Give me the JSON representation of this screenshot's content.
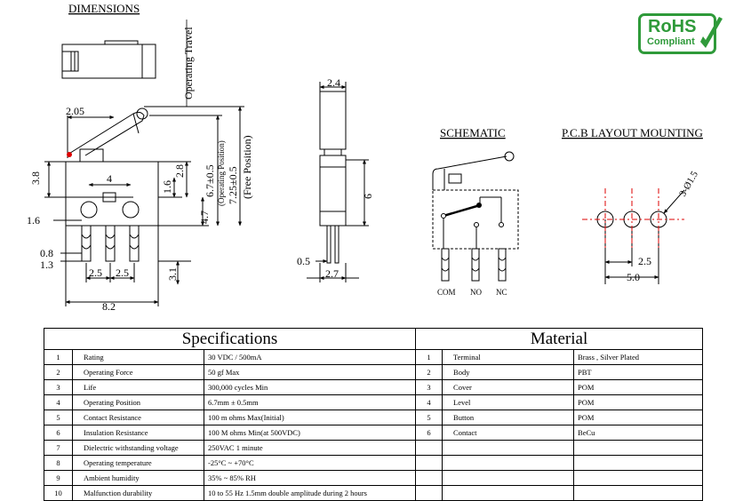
{
  "drawing": {
    "title": "DIMENSIONS",
    "operating_travel": "Operating Travel",
    "schematic_title": "SCHEMATIC",
    "pcb_title": "P.C.B LAYOUT MOUNTING",
    "dims": {
      "d_2_05": "2.05",
      "d_3_8": "3.8",
      "d_1_6_left": "1.6",
      "d_4": "4",
      "d_1_6_mid": "1.6",
      "d_2_8": "2.8",
      "d_0_8": "0.8",
      "d_1_3": "1.3",
      "d_2_5_a": "2.5",
      "d_2_5_b": "2.5",
      "d_8_2": "8.2",
      "d_3_1": "3.1",
      "d_4_7": "4.7",
      "d_6_7": "6.7±0.5",
      "op_pos": "(Operating Position)",
      "d_7_25": "7.25±0.5",
      "free_pos": "(Free Position)",
      "d_2_4": "2.4",
      "d_6": "6",
      "d_0_5": "0.5",
      "d_2_7": "2.7",
      "hole": "3-Ø1.5",
      "pcb_2_5": "2.5",
      "pcb_5_0": "5.0"
    },
    "pins": [
      "COM",
      "NO",
      "NC"
    ]
  },
  "rohs": {
    "title": "RoHS",
    "subtitle": "Compliant"
  },
  "specifications": {
    "title": "Specifications",
    "rows": [
      {
        "no": "1",
        "item": "Rating",
        "value": "30 VDC / 500mA"
      },
      {
        "no": "2",
        "item": "Operating Force",
        "value": "50 gf Max"
      },
      {
        "no": "3",
        "item": "Life",
        "value": "300,000 cycles Min"
      },
      {
        "no": "4",
        "item": "Operating Position",
        "value": "6.7mm ± 0.5mm"
      },
      {
        "no": "5",
        "item": "Contact Resistance",
        "value": "100 m ohms Max(Initial)"
      },
      {
        "no": "6",
        "item": "Insulation Resistance",
        "value": "100 M ohms Min(at 500VDC)"
      },
      {
        "no": "7",
        "item": "Dielectric withstanding voltage",
        "value": "250VAC 1 minute"
      },
      {
        "no": "8",
        "item": "Operating temperature",
        "value": "-25°C ~ +70°C"
      },
      {
        "no": "9",
        "item": "Ambient humidity",
        "value": "35% ~ 85% RH"
      },
      {
        "no": "10",
        "item": "Malfunction durability",
        "value": "10 to 55 Hz  1.5mm double amplitude during 2 hours"
      }
    ]
  },
  "material": {
    "title": "Material",
    "rows": [
      {
        "no": "1",
        "item": "Terminal",
        "value": "Brass , Silver Plated"
      },
      {
        "no": "2",
        "item": "Body",
        "value": "PBT"
      },
      {
        "no": "3",
        "item": "Cover",
        "value": "POM"
      },
      {
        "no": "4",
        "item": "Level",
        "value": "POM"
      },
      {
        "no": "5",
        "item": "Button",
        "value": "POM"
      },
      {
        "no": "6",
        "item": "Contact",
        "value": "BeCu"
      }
    ]
  }
}
